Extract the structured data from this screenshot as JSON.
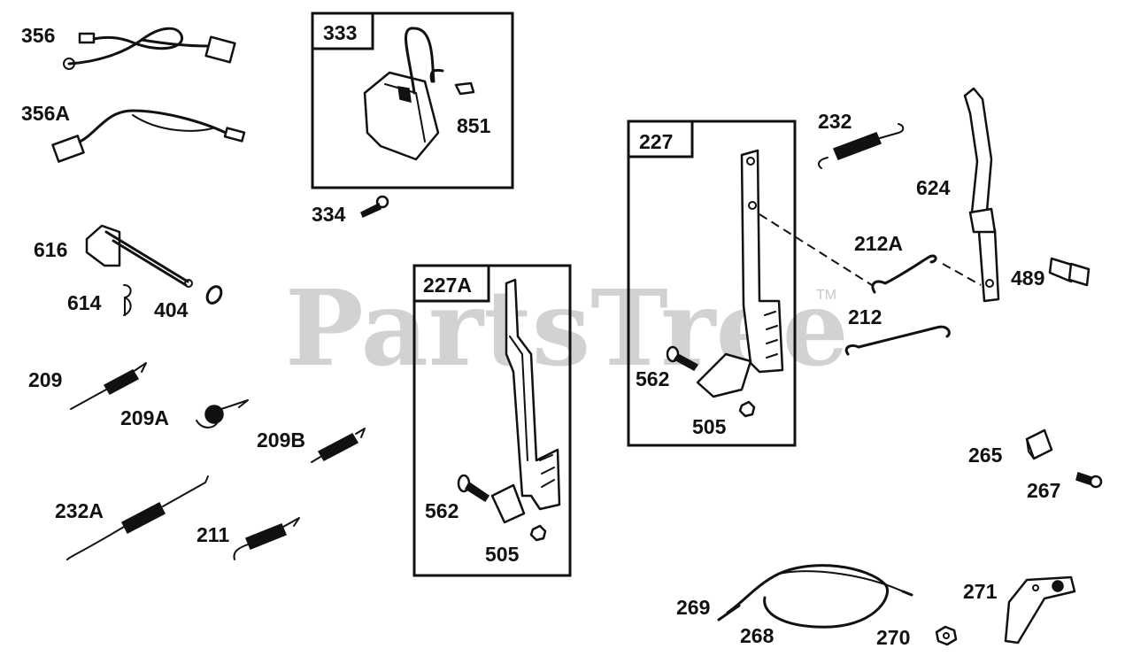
{
  "watermark": {
    "text": "PartsTree",
    "trademark": "TM"
  },
  "boxes": {
    "b333": "333",
    "b227A": "227A",
    "b227": "227"
  },
  "callouts": {
    "c356": "356",
    "c356A": "356A",
    "c616": "616",
    "c614": "614",
    "c404": "404",
    "c209": "209",
    "c209A": "209A",
    "c209B": "209B",
    "c232A": "232A",
    "c211": "211",
    "c851": "851",
    "c334": "334",
    "c562a": "562",
    "c505a": "505",
    "c562b": "562",
    "c505b": "505",
    "c232": "232",
    "c624": "624",
    "c212A": "212A",
    "c489": "489",
    "c212": "212",
    "c265": "265",
    "c267": "267",
    "c269": "269",
    "c268": "268",
    "c270": "270",
    "c271": "271"
  }
}
